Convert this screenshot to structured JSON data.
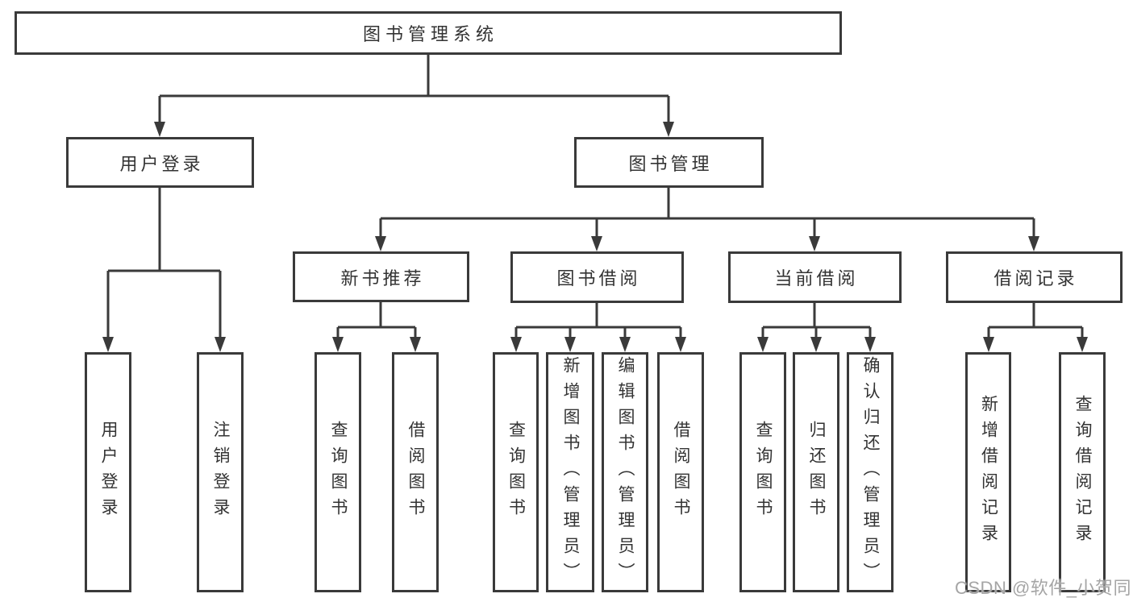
{
  "tree": {
    "root": {
      "label": "图书管理系统"
    },
    "children": [
      {
        "label": "用户登录",
        "children": [
          {
            "label": "用户登录"
          },
          {
            "label": "注销登录"
          }
        ]
      },
      {
        "label": "图书管理",
        "children": [
          {
            "label": "新书推荐",
            "children": [
              {
                "label": "查询图书"
              },
              {
                "label": "借阅图书"
              }
            ]
          },
          {
            "label": "图书借阅",
            "children": [
              {
                "label": "查询图书"
              },
              {
                "label": "新增图书（管理员）"
              },
              {
                "label": "编辑图书（管理员）"
              },
              {
                "label": "借阅图书"
              }
            ]
          },
          {
            "label": "当前借阅",
            "children": [
              {
                "label": "查询图书"
              },
              {
                "label": "归还图书"
              },
              {
                "label": "确认归还（管理员）"
              }
            ]
          },
          {
            "label": "借阅记录",
            "children": [
              {
                "label": "新增借阅记录"
              },
              {
                "label": "查询借阅记录"
              }
            ]
          }
        ]
      }
    ]
  },
  "watermark": {
    "text": "CSDN @软件_小贺同学"
  },
  "colors": {
    "line": "#3a3a3a",
    "text": "#333333",
    "box_background": "#ffffff",
    "watermark": "#a5a5a5",
    "background": "#ffffff"
  }
}
